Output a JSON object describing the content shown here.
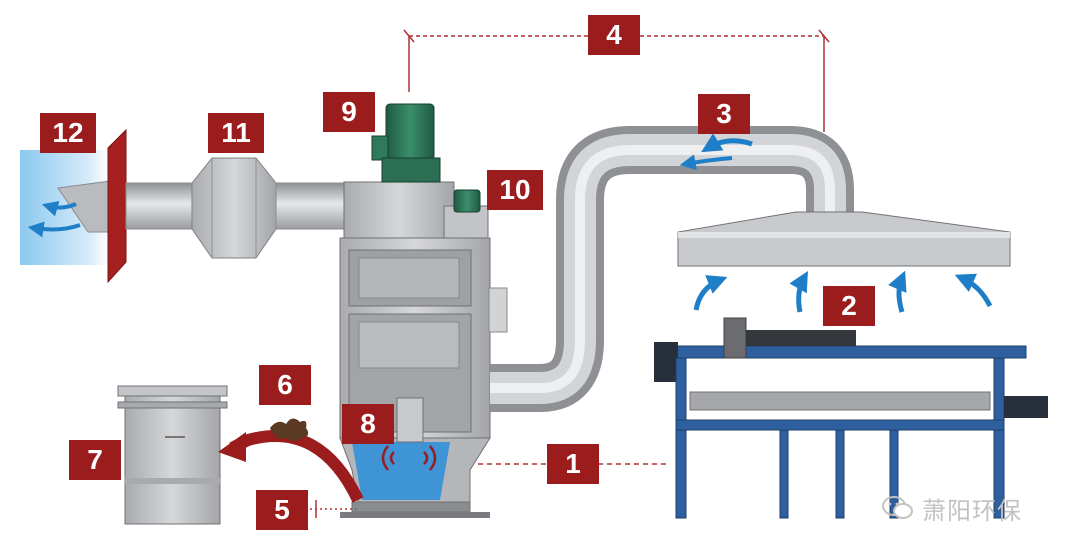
{
  "labels": {
    "l1": "1",
    "l2": "2",
    "l3": "3",
    "l4": "4",
    "l5": "5",
    "l6": "6",
    "l7": "7",
    "l8": "8",
    "l9": "9",
    "l10": "10",
    "l11": "11",
    "l12": "12"
  },
  "watermark": {
    "text": "萧阳环保"
  },
  "colors": {
    "label_bg": "#9b1c1c",
    "arrow_blue": "#1e7fc8",
    "duct_gray": "#b6b8bb",
    "frame_blue": "#2e5f9e",
    "motor_green": "#2f7a5c",
    "wall_red": "#a5201e",
    "leader_red": "#b03030"
  },
  "icons": [
    "airflow-arrow-icon",
    "wechat-icon",
    "dust-pile-icon",
    "ultrasonic-wave-icon"
  ]
}
